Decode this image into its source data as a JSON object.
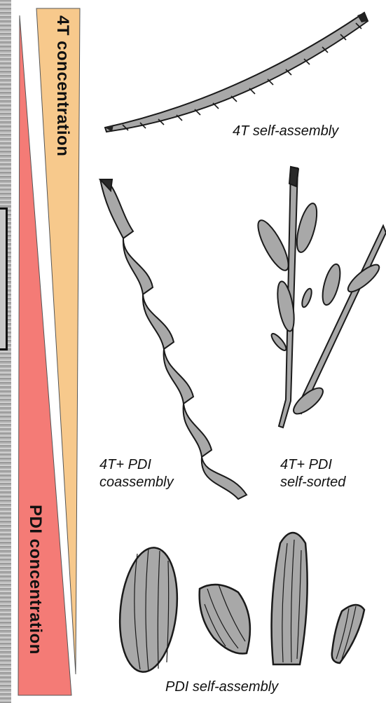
{
  "gradients": {
    "top": {
      "label": "4T concentration",
      "color": "#f7c98c"
    },
    "bottom": {
      "label": "PDI concentration",
      "color": "#f47b76"
    }
  },
  "captions": {
    "t4_self_assembly": "4T self-assembly",
    "coassembly_line1": "4T+ PDI",
    "coassembly_line2": "coassembly",
    "self_sorted_line1": "4T+ PDI",
    "self_sorted_line2": "self-sorted",
    "pdi_self_assembly": "PDI self-assembly"
  },
  "colors": {
    "fiber": "#a8a8a8",
    "outline": "#1a1a1a"
  }
}
